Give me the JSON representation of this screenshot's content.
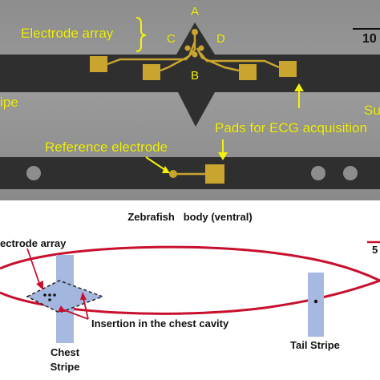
{
  "photo": {
    "electrode_array_label": "Electrode array",
    "point_labels": {
      "a": "A",
      "b": "B",
      "c": "C",
      "d": "D"
    },
    "scale_bar_label": "10",
    "stripe_label_fragment": "ipe",
    "su_fragment": "Su",
    "pads_label": "Pads for ECG acquisition",
    "reference_label": "Reference electrode"
  },
  "schematic": {
    "title": "Zebrafish   body (ventral)",
    "electrode_array_label": "ectrode array",
    "insertion_label": "Insertion in the chest cavity",
    "chest_stripe_line1": "Chest",
    "chest_stripe_line2": "Stripe",
    "tail_stripe_label": "Tail Stripe",
    "scale_fragment": "5"
  },
  "colors": {
    "annotation": "#f2f20a",
    "gold_pad": "#c9a42e",
    "body_outline": "#c8102e",
    "stripe": "#a7b9e0",
    "array_fill": "#a3b6df"
  }
}
